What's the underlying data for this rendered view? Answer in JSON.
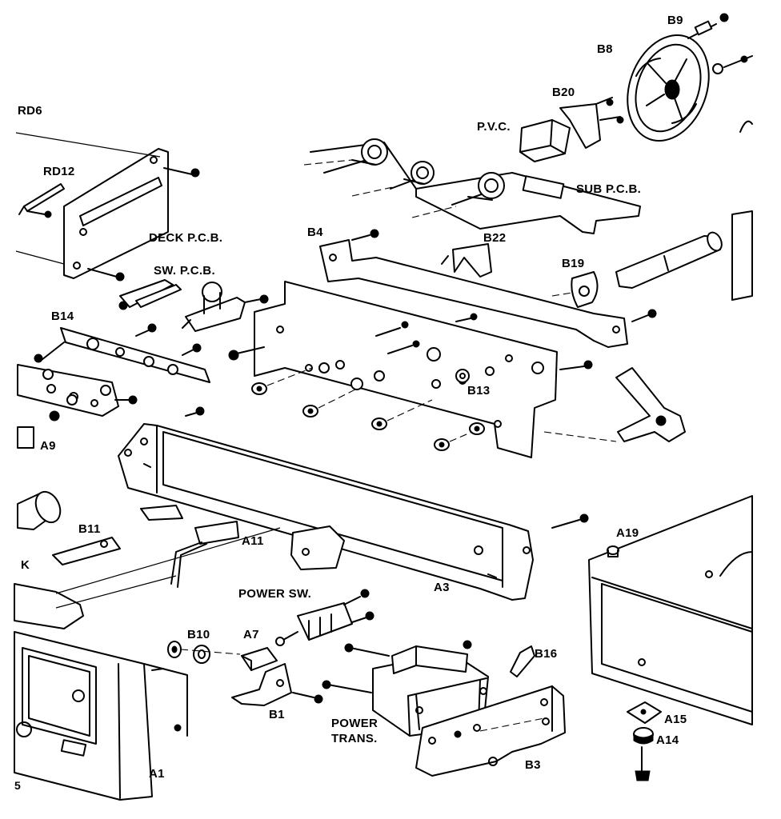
{
  "labels": {
    "b9": "B9",
    "b8": "B8",
    "b20": "B20",
    "pvc": "P.V.C.",
    "rd6": "RD6",
    "rd12": "RD12",
    "sub_pcb": "SUB P.C.B.",
    "deck_pcb": "DECK P.C.B.",
    "b4": "B4",
    "b22": "B22",
    "b19": "B19",
    "sw_pcb": "SW. P.C.B.",
    "b14": "B14",
    "b13": "B13",
    "a9": "A9",
    "b11": "B11",
    "k": "K",
    "a11": "A11",
    "a19": "A19",
    "a3": "A3",
    "power_sw": "POWER SW.",
    "b10": "B10",
    "a7": "A7",
    "b16": "B16",
    "b1": "B1",
    "power_trans_1": "POWER",
    "power_trans_2": "TRANS.",
    "a15": "A15",
    "a14": "A14",
    "a1": "A1",
    "b3": "B3",
    "edge_5": "5"
  },
  "colors": {
    "ink": "#000000",
    "paper": "#ffffff"
  }
}
